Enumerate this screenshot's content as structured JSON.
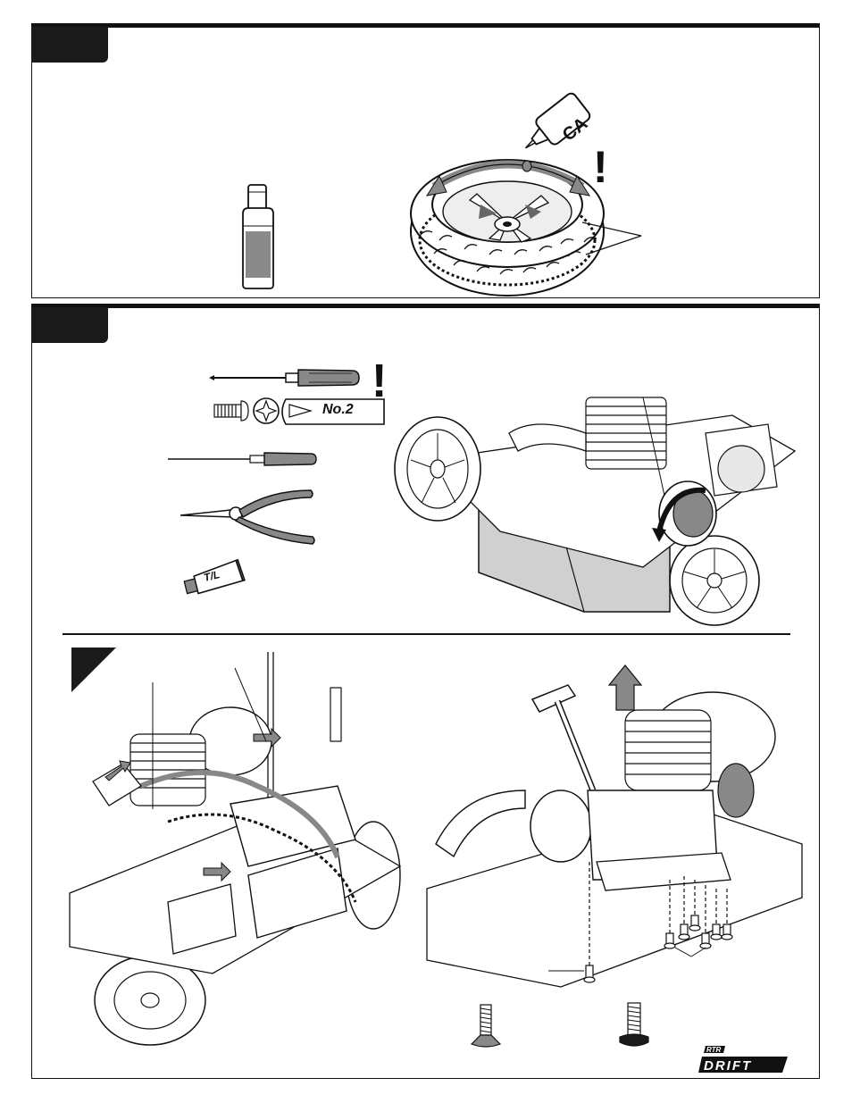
{
  "page": {
    "bg": "#ffffff",
    "ink": "#111111",
    "tape_gray": "#888888",
    "panel1": {
      "ca_label": "CA",
      "warning_mark": "!"
    },
    "panel2": {
      "warning_mark": "!",
      "tools": {
        "screwdriver_size": "No.2",
        "threadlock_label": "T/L"
      },
      "brand_mark_lettering": "RTR DRIFT"
    }
  }
}
